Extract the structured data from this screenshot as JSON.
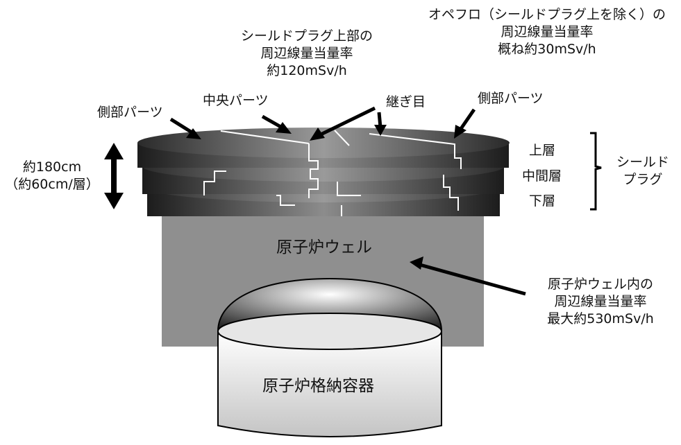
{
  "labels": {
    "operation_floor_rate": [
      "オペフロ（シールドプラグ上を除く）の",
      "周辺線量当量率",
      "概ね約30mSv/h"
    ],
    "plug_top_rate": [
      "シールドプラグ上部の",
      "周辺線量当量率",
      "約120mSv/h"
    ],
    "side_part_left": "側部パーツ",
    "center_part": "中央パーツ",
    "seam": "継ぎ目",
    "side_part_right": "側部パーツ",
    "thickness": [
      "約180cm",
      "（約60cm/層）"
    ],
    "layer_upper": "上層",
    "layer_middle": "中間層",
    "layer_lower": "下層",
    "shield_plug": [
      "シールド",
      "プラグ"
    ],
    "reactor_well": "原子炉ウェル",
    "reactor_well_rate": [
      "原子炉ウェル内の",
      "周辺線量当量率",
      "最大約530mSv/h"
    ],
    "containment_vessel": "原子炉格納容器"
  },
  "colors": {
    "plug_dark": "#1c1c1c",
    "plug_light": "#8c8c8c",
    "well": "#8f8f8f",
    "dome_light": "#ffffff",
    "vessel_bottom": "#cfcfcf",
    "outline": "#000000",
    "seam_line": "#ffffff"
  }
}
